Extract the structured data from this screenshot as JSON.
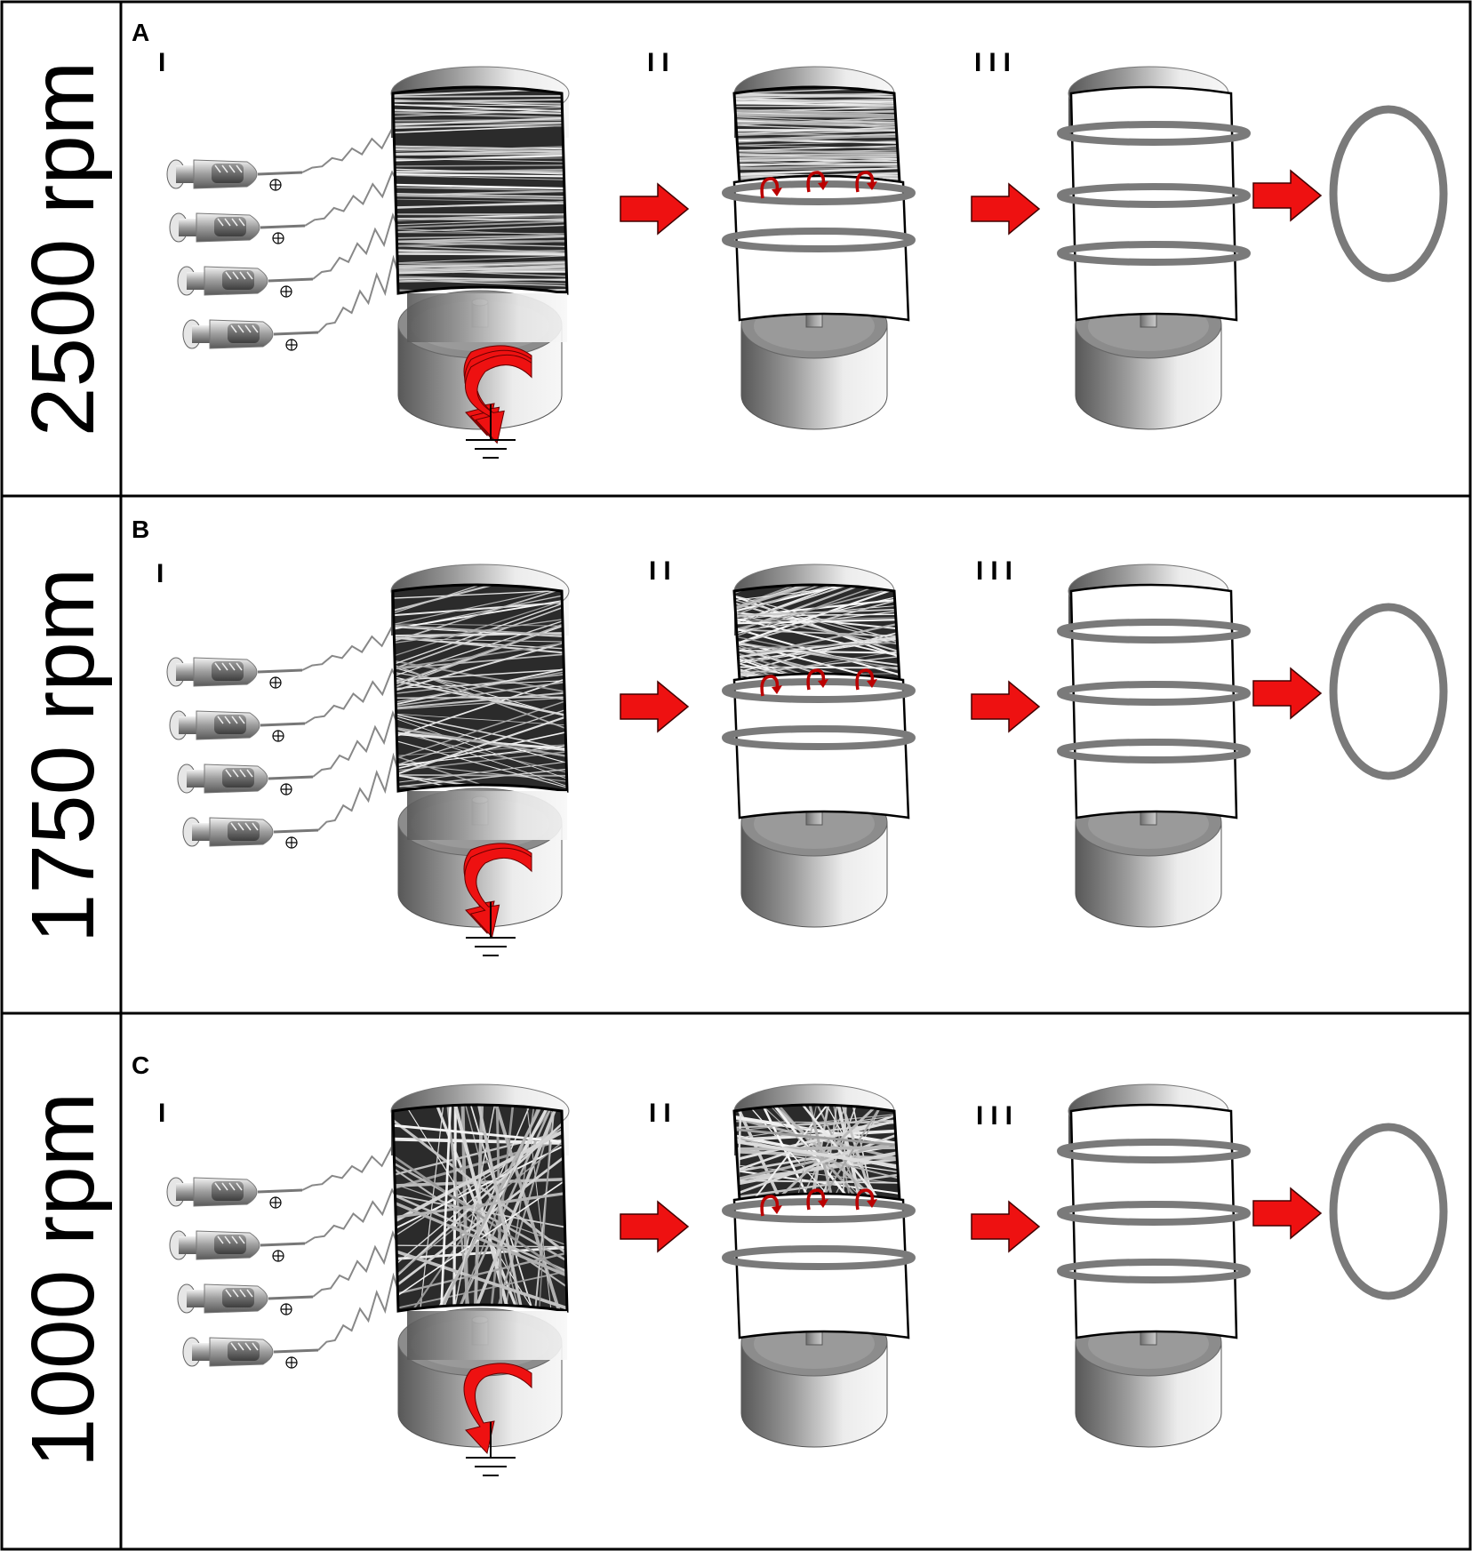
{
  "rows": [
    {
      "speed_label": "2500 rpm",
      "panel": "A",
      "steps": [
        "I",
        "II",
        "III"
      ],
      "fiber_alignment": "aligned"
    },
    {
      "speed_label": "1750 rpm",
      "panel": "B",
      "steps": [
        "I",
        "II",
        "III"
      ],
      "fiber_alignment": "partially-aligned"
    },
    {
      "speed_label": "1000 rpm",
      "panel": "C",
      "steps": [
        "I",
        "II",
        "III"
      ],
      "fiber_alignment": "random"
    }
  ],
  "colors": {
    "arrow": "#ee1111",
    "ring": "#7a7a7a",
    "border": "#000000",
    "fiber_mat": "#2b2b2b",
    "fiber": "#cfcfcf"
  },
  "icons": {
    "syringe": "syringe-icon",
    "ground": "ground-symbol-icon",
    "positive": "positive-charge-icon",
    "rotation": "rotation-arrow-icon",
    "process": "process-arrow-icon",
    "ring": "ring-scaffold-icon"
  }
}
